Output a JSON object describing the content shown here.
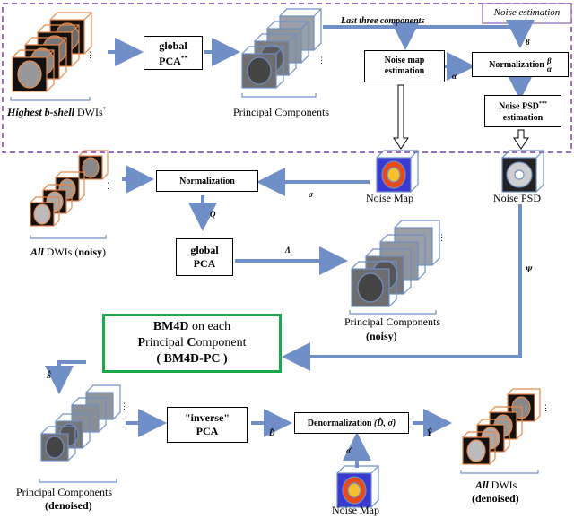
{
  "noise_estimation": {
    "title": "Noise estimation",
    "last_three": "Last three components",
    "global_pca": "global",
    "global_pca_2": "PCA",
    "global_pca_sup": "**",
    "noise_map_est_1": "Noise map",
    "noise_map_est_2": "estimation",
    "normalization": "Normalization",
    "norm_frac_num": "β",
    "norm_frac_den": "α",
    "noise_psd_est_1": "Noise PSD",
    "noise_psd_sup": "***",
    "noise_psd_est_2": "estimation",
    "beta": "β",
    "alpha": "α",
    "highest_prefix": "Highest b-shell",
    "highest_suffix": " DWIs",
    "highest_sup": "*",
    "pc_label": "Principal Components"
  },
  "middle": {
    "normalization": "Normalization",
    "sigma": "σ",
    "noise_map": "Noise Map",
    "noise_psd": "Noise PSD",
    "all_prefix": "All",
    "all_suffix": " DWIs (",
    "all_noisy": "noisy",
    "all_close": ")",
    "q": "Q",
    "global_1": "global",
    "global_2": "PCA",
    "lambda": "Λ",
    "pc_label": "Principal Components",
    "pc_noisy": "(noisy)",
    "psi": "Ψ"
  },
  "bm4d": {
    "line1_a": "BM4D",
    "line1_b": " on each",
    "line2_a": "P",
    "line2_b": "rincipal ",
    "line2_c": "C",
    "line2_d": "omponent",
    "line3": "( BM4D-PC )"
  },
  "bottom": {
    "s_hat": "Ŝ",
    "inverse_1": "\"inverse\"",
    "inverse_2": "PCA",
    "d_hat": "D̂",
    "denorm": "Denormalization",
    "denorm_args": "(D̂, σ̂)",
    "y_hat": "Ŷ",
    "sigma_hat": "σ̂",
    "noise_map": "Noise Map",
    "pc_label": "Principal Components",
    "pc_denoised": "(denoised)",
    "all_prefix": "All",
    "all_suffix": " DWIs",
    "all_denoised": "(denoised)"
  },
  "colors": {
    "arrow": "#6f8fc6",
    "dashed": "#7a3fa8",
    "bm4d_border": "#1aa84a",
    "cube_edge": "#e8874a",
    "pc_cube_edge": "#6f8fc6"
  }
}
